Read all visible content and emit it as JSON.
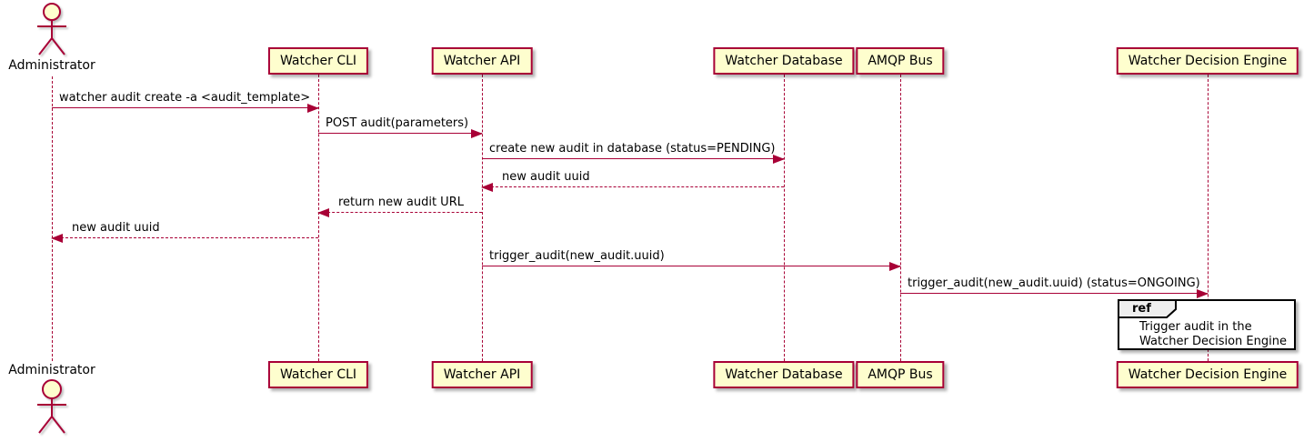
{
  "colors": {
    "line": "#A80036",
    "participant_fill": "#FEFECE",
    "text": "#000000",
    "ref_border": "#000000",
    "ref_tab_fill": "#EEEEEE",
    "background": "#FFFFFF"
  },
  "actor": {
    "name": "Administrator"
  },
  "participants": [
    {
      "label": "Watcher CLI"
    },
    {
      "label": "Watcher API"
    },
    {
      "label": "Watcher Database"
    },
    {
      "label": "AMQP Bus"
    },
    {
      "label": "Watcher Decision Engine"
    }
  ],
  "messages": [
    {
      "text": "watcher audit create -a <audit_template>",
      "from": "Administrator",
      "to": "Watcher CLI",
      "style": "solid"
    },
    {
      "text": "POST audit(parameters)",
      "from": "Watcher CLI",
      "to": "Watcher API",
      "style": "solid"
    },
    {
      "text": "create new audit in database (status=PENDING)",
      "from": "Watcher API",
      "to": "Watcher Database",
      "style": "solid"
    },
    {
      "text": "new audit uuid",
      "from": "Watcher Database",
      "to": "Watcher API",
      "style": "dashed"
    },
    {
      "text": "return new audit URL",
      "from": "Watcher API",
      "to": "Watcher CLI",
      "style": "dashed"
    },
    {
      "text": "new audit uuid",
      "from": "Watcher CLI",
      "to": "Administrator",
      "style": "dashed"
    },
    {
      "text": "trigger_audit(new_audit.uuid)",
      "from": "Watcher API",
      "to": "AMQP Bus",
      "style": "solid"
    },
    {
      "text": "trigger_audit(new_audit.uuid) (status=ONGOING)",
      "from": "AMQP Bus",
      "to": "Watcher Decision Engine",
      "style": "solid"
    }
  ],
  "ref": {
    "keyword": "ref",
    "lines": [
      "Trigger audit in the",
      "Watcher Decision Engine"
    ]
  }
}
